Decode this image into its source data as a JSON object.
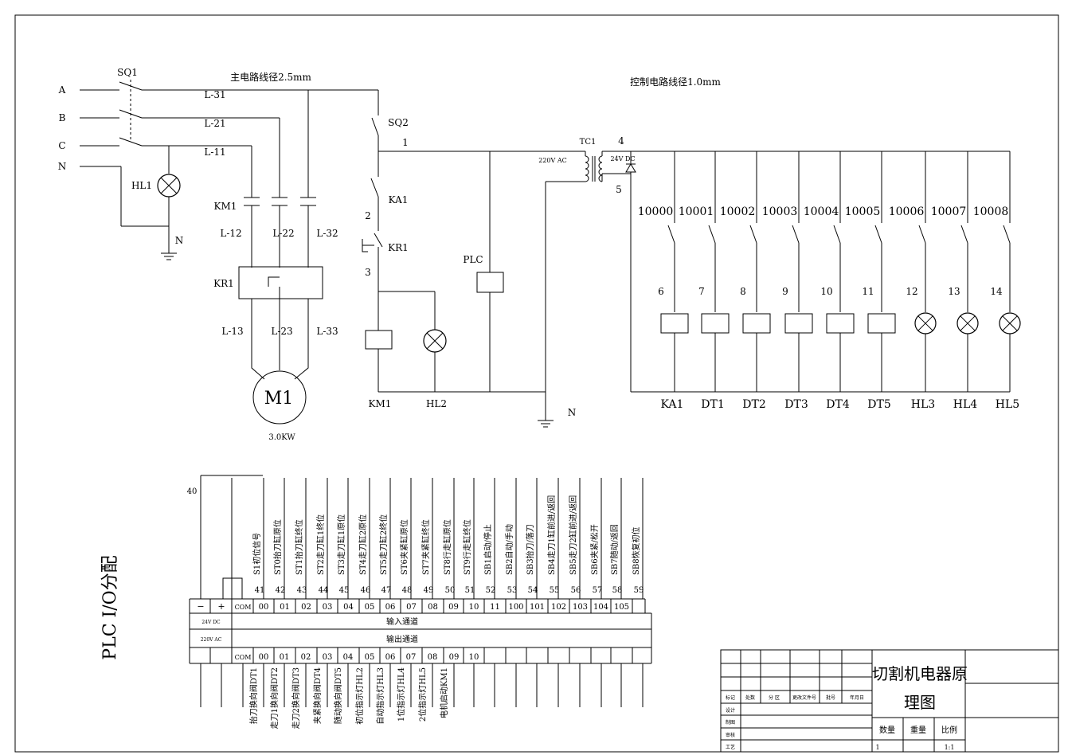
{
  "main_circuit": {
    "phases": [
      "A",
      "B",
      "C",
      "N"
    ],
    "sq1": "SQ1",
    "wire_note": "主电路线径2.5mm",
    "wires_top": [
      "L-31",
      "L-21",
      "L-11"
    ],
    "hl1": "HL1",
    "n_label": "N",
    "km1": "KM1",
    "wires_mid": [
      "L-12",
      "L-22",
      "L-32"
    ],
    "kr1": "KR1",
    "wires_bot": [
      "L-13",
      "L-23",
      "L-33"
    ],
    "motor": "M1",
    "power": "3.0KW"
  },
  "control_circuit": {
    "wire_note": "控制电路线径1.0mm",
    "sq2": "SQ2",
    "node1": "1",
    "ka1": "KA1",
    "node2": "2",
    "kr1": "KR1",
    "node3": "3",
    "plc": "PLC",
    "km1": "KM1",
    "hl2": "HL2",
    "n_label": "N",
    "tc1": "TC1",
    "ac": "220V AC",
    "dc": "24V DC",
    "node4": "4",
    "node5": "5",
    "outputs": [
      {
        "addr": "10000",
        "num": "6",
        "dev": "KA1"
      },
      {
        "addr": "10001",
        "num": "7",
        "dev": "DT1"
      },
      {
        "addr": "10002",
        "num": "8",
        "dev": "DT2"
      },
      {
        "addr": "10003",
        "num": "9",
        "dev": "DT3"
      },
      {
        "addr": "10004",
        "num": "10",
        "dev": "DT4"
      },
      {
        "addr": "10005",
        "num": "11",
        "dev": "DT5"
      },
      {
        "addr": "10006",
        "num": "12",
        "dev": "HL3"
      },
      {
        "addr": "10007",
        "num": "13",
        "dev": "HL4"
      },
      {
        "addr": "10008",
        "num": "14",
        "dev": "HL5"
      }
    ]
  },
  "plc_io": {
    "title": "PLC I/O分配",
    "num40": "40",
    "minus": "−",
    "plus": "+",
    "com": "COM",
    "dc24": "24V DC",
    "ac220": "220V AC",
    "input_channel": "输入通道",
    "output_channel": "输出通道",
    "inputs": [
      {
        "num": "41",
        "addr": "00",
        "label": "S1初位信号"
      },
      {
        "num": "42",
        "addr": "01",
        "label": "ST0抬刀缸原位"
      },
      {
        "num": "43",
        "addr": "02",
        "label": "ST1抬刀缸终位"
      },
      {
        "num": "44",
        "addr": "03",
        "label": "ST2走刀缸1终位"
      },
      {
        "num": "45",
        "addr": "04",
        "label": "ST3走刀缸1原位"
      },
      {
        "num": "46",
        "addr": "05",
        "label": "ST4走刀缸2原位"
      },
      {
        "num": "47",
        "addr": "06",
        "label": "ST5走刀缸2终位"
      },
      {
        "num": "48",
        "addr": "07",
        "label": "ST6夹紧缸原位"
      },
      {
        "num": "49",
        "addr": "08",
        "label": "ST7夹紧缸终位"
      },
      {
        "num": "50",
        "addr": "09",
        "label": "ST8行走缸原位"
      },
      {
        "num": "51",
        "addr": "10",
        "label": "ST9行走缸终位"
      },
      {
        "num": "52",
        "addr": "11",
        "label": "SB1启动/停止"
      },
      {
        "num": "53",
        "addr": "100",
        "label": "SB2自动/手动"
      },
      {
        "num": "54",
        "addr": "101",
        "label": "SB3抬刀/落刀"
      },
      {
        "num": "55",
        "addr": "102",
        "label": "SB4走刀1缸前进/返回"
      },
      {
        "num": "56",
        "addr": "103",
        "label": "SB5走刀2缸前进/返回"
      },
      {
        "num": "57",
        "addr": "104",
        "label": "SB6夹紧/松开"
      },
      {
        "num": "58",
        "addr": "105",
        "label": "SB7随动/返回"
      },
      {
        "num": "59",
        "addr": "",
        "label": "SB8恢复初位"
      }
    ],
    "outputs": [
      {
        "addr": "00",
        "label": "抬刀换向阀DT1"
      },
      {
        "addr": "01",
        "label": "走刀1换向阀DT2"
      },
      {
        "addr": "02",
        "label": "走刀2换向阀DT3"
      },
      {
        "addr": "03",
        "label": "夹紧换向阀DT4"
      },
      {
        "addr": "04",
        "label": "随动换向阀DT5"
      },
      {
        "addr": "05",
        "label": "初位指示灯HL2"
      },
      {
        "addr": "06",
        "label": "自动指示灯HL3"
      },
      {
        "addr": "07",
        "label": "1位指示灯HL4"
      },
      {
        "addr": "08",
        "label": "2位指示灯HL5"
      },
      {
        "addr": "09",
        "label": "电机启动KM1"
      },
      {
        "addr": "10",
        "label": ""
      }
    ]
  },
  "title_block": {
    "title_line1": "切割机电器原",
    "title_line2": "理图",
    "row_labels": [
      "标记",
      "处数",
      "分 区",
      "更改文件号",
      "批号",
      "年月日"
    ],
    "left_labels": [
      "设计",
      "制图",
      "审核",
      "工艺"
    ],
    "qty": "数量",
    "weight": "重量",
    "scale": "比例",
    "qty_val": "1",
    "scale_val": "1:1"
  }
}
